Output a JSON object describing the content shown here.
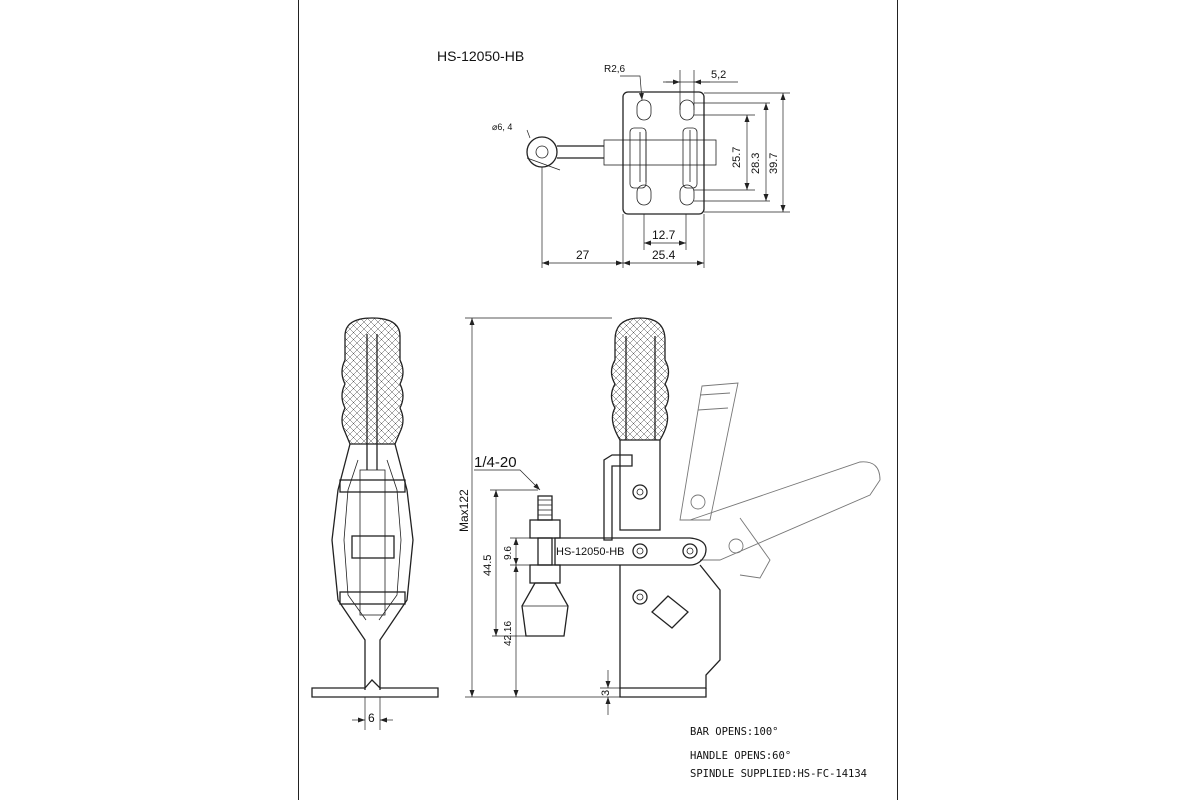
{
  "drawing": {
    "model": "HS-12050-HB",
    "arm_label": "HS-12050-HB",
    "thread": "1/4-20",
    "top_dims": {
      "radius": "R2,6",
      "hole_dia": "⌀6, 4",
      "slot": "5,2",
      "d1": "25.7",
      "d2": "28.3",
      "d3": "39.7",
      "d4": "12.7",
      "d5": "27",
      "d6": "25.4"
    },
    "side_dims": {
      "max_height": "Max122",
      "d_spindle": "9.6",
      "d_height": "44.5",
      "d_low": "42.16",
      "d_base": "3",
      "d_width": "6"
    },
    "specs": {
      "bar_opens": "BAR OPENS:100°",
      "handle_opens": "HANDLE OPENS:60°",
      "spindle": "SPINDLE SUPPLIED:HS-FC-14134"
    }
  }
}
